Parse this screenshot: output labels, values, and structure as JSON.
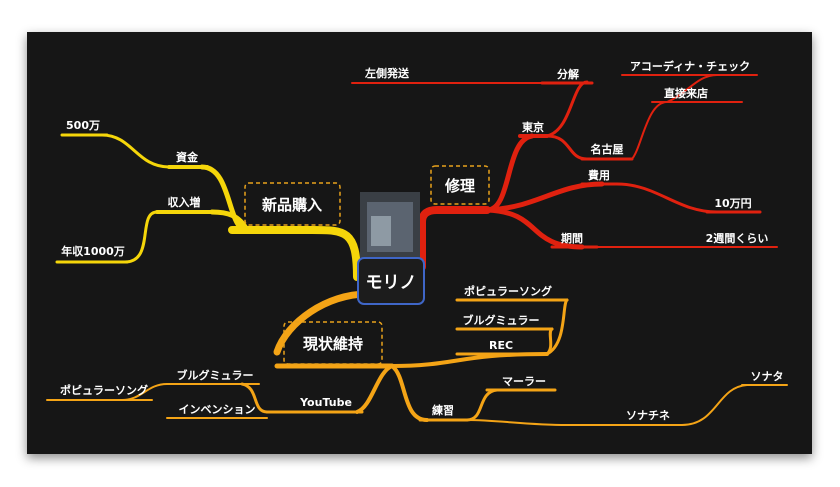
{
  "mindmap": {
    "central": {
      "label": "モリノ"
    },
    "colors": {
      "red": "#e0210f",
      "yellow": "#f5d60a",
      "orange": "#f4a416",
      "dash": "#e8a21c",
      "central_border": "#3f66c7"
    },
    "branches": {
      "repair": {
        "label": "修理",
        "tokyo": "東京",
        "disassembly": "分解",
        "left_side": "左側発送",
        "nagoya": "名古屋",
        "accordina": "アコーディナ・チェック",
        "visit": "直接来店",
        "cost": "費用",
        "cost_value": "10万円",
        "period": "期間",
        "period_value": "2週間くらい"
      },
      "new_purchase": {
        "label": "新品購入",
        "funds": "資金",
        "funds_value": "500万",
        "income_up": "収入増",
        "income_value": "年収1000万"
      },
      "maintain": {
        "label": "現状維持",
        "popular_song": "ポピュラーソング",
        "bulgarian": "ブルグミュラー",
        "rec": "REC",
        "youtube": "YouTube",
        "yt_bulgarian": "ブルグミュラー",
        "yt_popular": "ポピュラーソング",
        "invention": "インベンション",
        "practice": "練習",
        "mahler": "マーラー",
        "sonatine": "ソナチネ",
        "sonata": "ソナタ"
      }
    }
  }
}
